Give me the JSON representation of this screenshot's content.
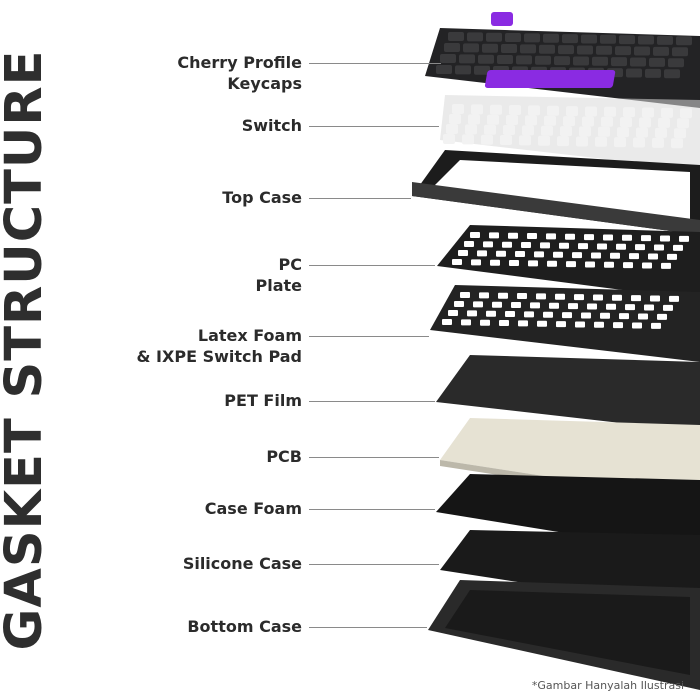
{
  "title": "GASKET STRUCTURE",
  "layers": [
    {
      "lines": [
        "Cherry Profile",
        "Keycaps"
      ]
    },
    {
      "lines": [
        "Switch"
      ]
    },
    {
      "lines": [
        "Top Case"
      ]
    },
    {
      "lines": [
        "PC",
        "Plate"
      ]
    },
    {
      "lines": [
        "Latex Foam",
        "& IXPE Switch Pad"
      ]
    },
    {
      "lines": [
        "PET Film"
      ]
    },
    {
      "lines": [
        "PCB"
      ]
    },
    {
      "lines": [
        "Case Foam"
      ]
    },
    {
      "lines": [
        "Silicone Case"
      ]
    },
    {
      "lines": [
        "Bottom Case"
      ]
    }
  ],
  "note": "*Gambar Hanyalah Ilustrasi",
  "colors": {
    "keycap": "#2a2a2c",
    "accent": "#8a2be2",
    "case": "#1e1e1e",
    "pcb": "#e6e2d3",
    "text": "#2b2b2b"
  }
}
